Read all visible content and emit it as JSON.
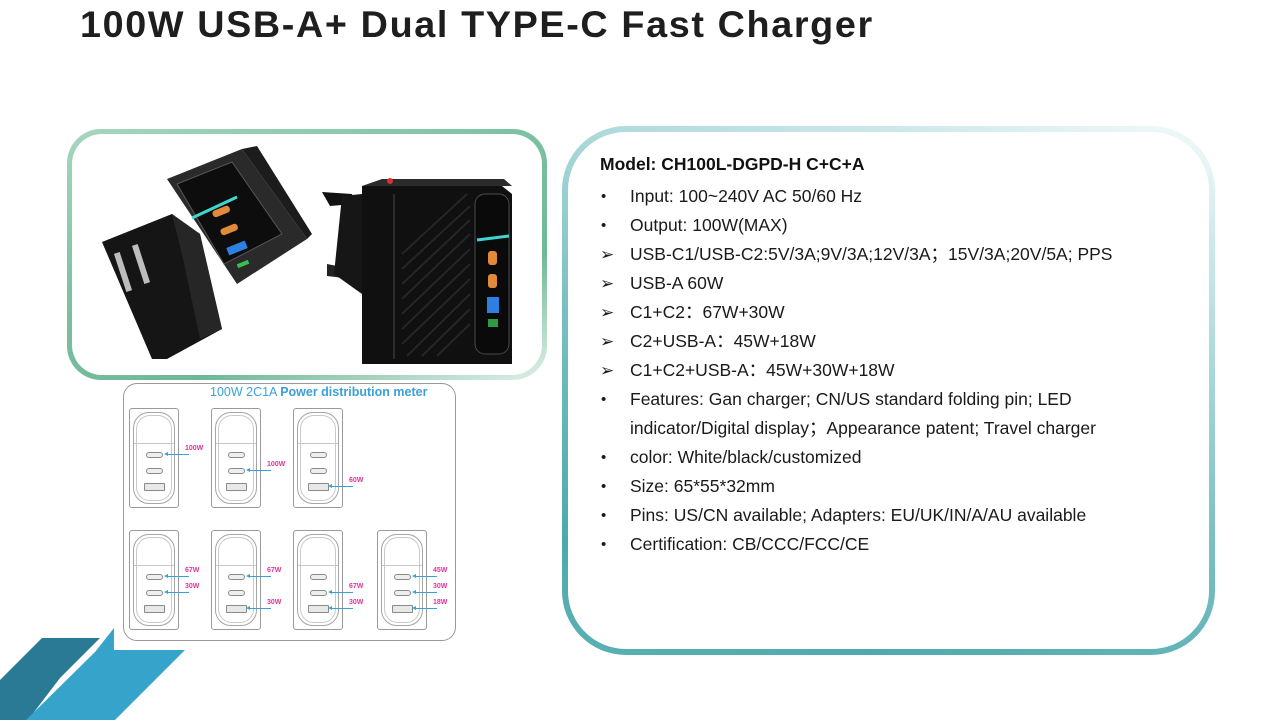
{
  "title": "100W USB-A+ Dual TYPE-C Fast Charger",
  "colors": {
    "title": "#1e1e1e",
    "photo_frame": "#7cc1a2",
    "spec_frame": "#4ea9ae",
    "meter_title": "#3aa0d8",
    "watt_label": "#e0339a",
    "corner_dark": "#2a7a96",
    "corner_light": "#36a3cb"
  },
  "photo": {
    "alt": "Black 100W GaN charger with US folding pins and UK plug, two USB-C ports and one USB-A port with LED indicator"
  },
  "specs": {
    "model": "Model: CH100L-DGPD-H  C+C+A",
    "items": [
      {
        "marker": "bullet",
        "text": "Input: 100~240V AC 50/60 Hz"
      },
      {
        "marker": "bullet",
        "text": "Output: 100W(MAX)"
      },
      {
        "marker": "arrow",
        "text": "USB-C1/USB-C2:5V/3A;9V/3A;12V/3A；15V/3A;20V/5A; PPS"
      },
      {
        "marker": "arrow",
        "text": "USB-A 60W"
      },
      {
        "marker": "arrow",
        "text": "C1+C2：67W+30W"
      },
      {
        "marker": "arrow",
        "text": "C2+USB-A：45W+18W"
      },
      {
        "marker": "arrow",
        "text": "C1+C2+USB-A：45W+30W+18W"
      },
      {
        "marker": "bullet",
        "text": "Features: Gan charger; CN/US standard folding pin; LED indicator/Digital display；Appearance patent; Travel charger"
      },
      {
        "marker": "bullet",
        "text": "color: White/black/customized"
      },
      {
        "marker": "bullet",
        "text": "Size: 65*55*32mm"
      },
      {
        "marker": "bullet",
        "text": "Pins: US/CN available; Adapters: EU/UK/IN/A/AU available"
      },
      {
        "marker": "bullet",
        "text": "Certification: CB/CCC/FCC/CE"
      }
    ]
  },
  "meter": {
    "title_prefix": "100W 2C1A ",
    "title_bold": "Power distribution meter",
    "configs": [
      {
        "c1": "100W",
        "c2": "",
        "a": ""
      },
      {
        "c1": "",
        "c2": "100W",
        "a": ""
      },
      {
        "c1": "",
        "c2": "",
        "a": "60W"
      },
      {
        "c1": "67W",
        "c2": "30W",
        "a": ""
      },
      {
        "c1": "67W",
        "c2": "",
        "a": "30W"
      },
      {
        "c1": "",
        "c2": "67W",
        "a": "30W"
      },
      {
        "c1": "45W",
        "c2": "30W",
        "a": "18W"
      }
    ]
  }
}
